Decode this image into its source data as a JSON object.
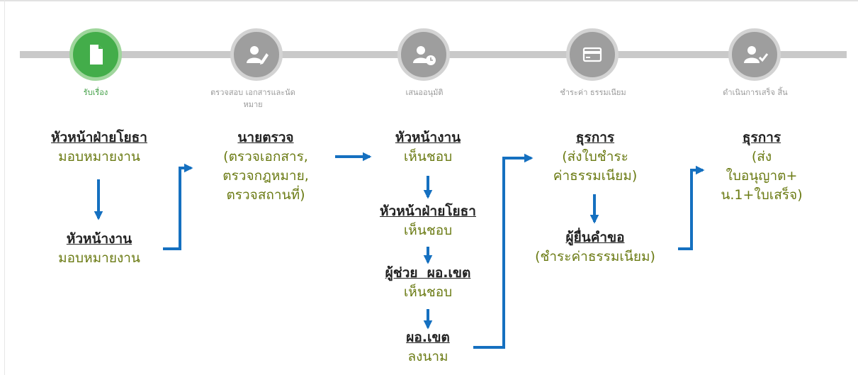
{
  "steps": [
    {
      "label": "รับเรื่อง",
      "icon": "document-icon",
      "active": true
    },
    {
      "label": "ตรวจสอบ เอกสารและนัด หมาย",
      "icon": "user-edit-icon",
      "active": false
    },
    {
      "label": "เสนออนุมัติ",
      "icon": "user-clock-icon",
      "active": false
    },
    {
      "label": "ชำระค่า ธรรมเนียม",
      "icon": "credit-card-icon",
      "active": false
    },
    {
      "label": "ดำเนินการเสร็จ สิ้น",
      "icon": "user-check-icon",
      "active": false
    }
  ],
  "flow": {
    "c1": {
      "b1": {
        "role": "หัวหน้าฝ่ายโยธา",
        "action": "มอบหมายงาน"
      },
      "b2": {
        "role": "หัวหน้างาน",
        "action": "มอบหมายงาน"
      }
    },
    "c2": {
      "b1": {
        "role": "นายตรวจ",
        "line1": "(ตรวจเอกสาร,",
        "line2": "ตรวจกฎหมาย,",
        "line3": "ตรวจสถานที่)"
      }
    },
    "c3": {
      "b1": {
        "role": "หัวหน้างาน",
        "action": "เห็นชอบ"
      },
      "b2": {
        "role": "หัวหน้าฝ่ายโยธา",
        "action": "เห็นชอบ"
      },
      "b3": {
        "role": "ผู้ช่วย  ผอ.เขต",
        "action": "เห็นชอบ"
      },
      "b4": {
        "role": "ผอ.เขต",
        "action": "ลงนาม"
      }
    },
    "c4": {
      "b1": {
        "role": "ธุรการ",
        "line1": "(ส่งใบชำระ",
        "line2": "ค่าธรรมเนียม)"
      },
      "b2": {
        "role": "ผู้ยื่นคำขอ",
        "line1": "(ชำระค่าธรรมเนียม)"
      }
    },
    "c5": {
      "b1": {
        "role": "ธุรการ",
        "line1": "(ส่ง",
        "line2": "ใบอนุญาต+",
        "line3": "น.1+ใบเสร็จ)"
      }
    }
  },
  "colors": {
    "active": "#43ad4a",
    "inactive": "#9e9e9e",
    "arrow": "#1570c0",
    "action_text": "#6b7b14",
    "track": "#c9c9c9"
  }
}
